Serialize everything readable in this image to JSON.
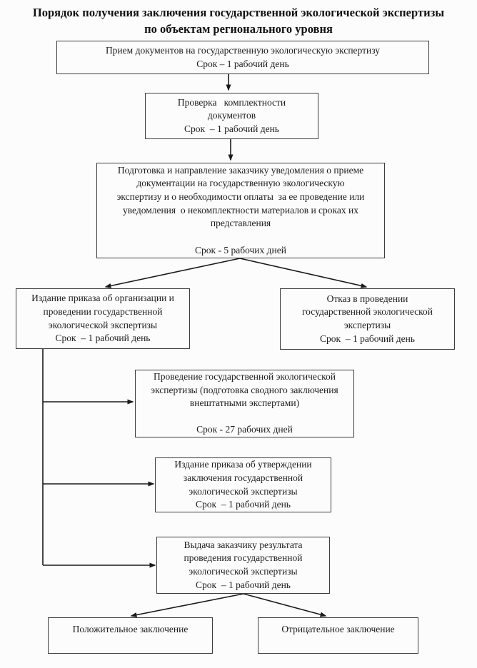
{
  "page": {
    "title": "Порядок получения заключения государственной экологической экспертизы\nпо объектам регионального уровня"
  },
  "accent_colors": {
    "line_color": "#1a1a1a",
    "border_color": "#3d3d3d",
    "paper_color": "#fcfcfc"
  },
  "nodes": {
    "receive": {
      "text": "Прием документов на государственную экологическую экспертизу\nСрок – 1 рабочий день"
    },
    "check": {
      "text": "Проверка   комплектности\nдокументов\nСрок  – 1 рабочий день"
    },
    "notify": {
      "text": "Подготовка и направление заказчику уведомления о приеме\nдокументации на государственную экологическую\nэкспертизу и о необходимости оплаты  за ее проведение или\nуведомления  о некомплектности материалов и сроках их\nпредставления\n\nСрок - 5 рабочих дней"
    },
    "order": {
      "text": "Издание приказа об организации и\nпроведении государственной\nэкологической экспертизы\nСрок  – 1 рабочий день"
    },
    "refuse": {
      "text": "Отказ в проведении\nгосударственной экологической\nэкспертизы\nСрок  – 1 рабочий день"
    },
    "conduct": {
      "text": "Проведение государственной экологической\nэкспертизы (подготовка сводного заключения\nвнештатными экспертами)\n\nСрок - 27 рабочих дней"
    },
    "approve": {
      "text": "Издание приказа об утверждении\nзаключения государственной\nэкологической экспертизы\nСрок  – 1 рабочий день"
    },
    "issue": {
      "text": "Выдача заказчику результата\nпроведения государственной\nэкологической экспертизы\nСрок  – 1 рабочий день"
    },
    "positive": {
      "text": "Положительное заключение"
    },
    "negative": {
      "text": "Отрицательное заключение"
    }
  }
}
